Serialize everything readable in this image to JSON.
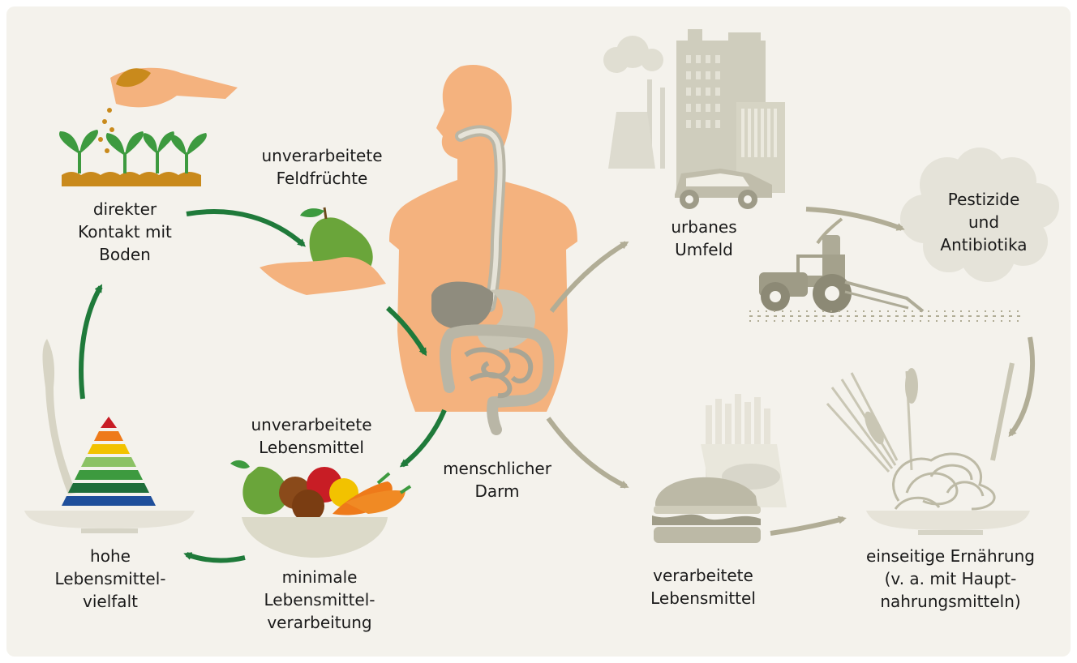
{
  "colors": {
    "background": "#f4f2ec",
    "skin": "#f4b27e",
    "gut": "#b9b6a6",
    "green_arrow": "#1f7a3a",
    "grey_arrow": "#b1ad96",
    "soil": "#c98a1c",
    "leaf": "#3d9a3f"
  },
  "labels": {
    "soil_contact": "direkter\nKontakt mit\nBoden",
    "field_crops": "unverarbeitete\nFeldfrüchte",
    "gut": "menschlicher\nDarm",
    "unprocessed_food": "unverarbeitete\nLebensmittel",
    "minimal_processing": "minimale\nLebensmittel-\nverarbeitung",
    "food_diversity": "hohe\nLebensmittel-\nvielfalt",
    "urban": "urbanes\nUmfeld",
    "pesticides": "Pestizide\nund\nAntibiotika",
    "processed_food": "verarbeitete\nLebensmittel",
    "one_sided_diet": "einseitige Ernährung\n(v. a. mit Haupt-\nnahrungsmitteln)"
  },
  "icons": [
    "seedling-icon",
    "hand-pear-icon",
    "human-torso-icon",
    "gut-icon",
    "city-icon",
    "tractor-icon",
    "cloud-icon",
    "burger-fries-icon",
    "pasta-wheat-icon",
    "fruit-bowl-icon",
    "food-pyramid-icon"
  ]
}
